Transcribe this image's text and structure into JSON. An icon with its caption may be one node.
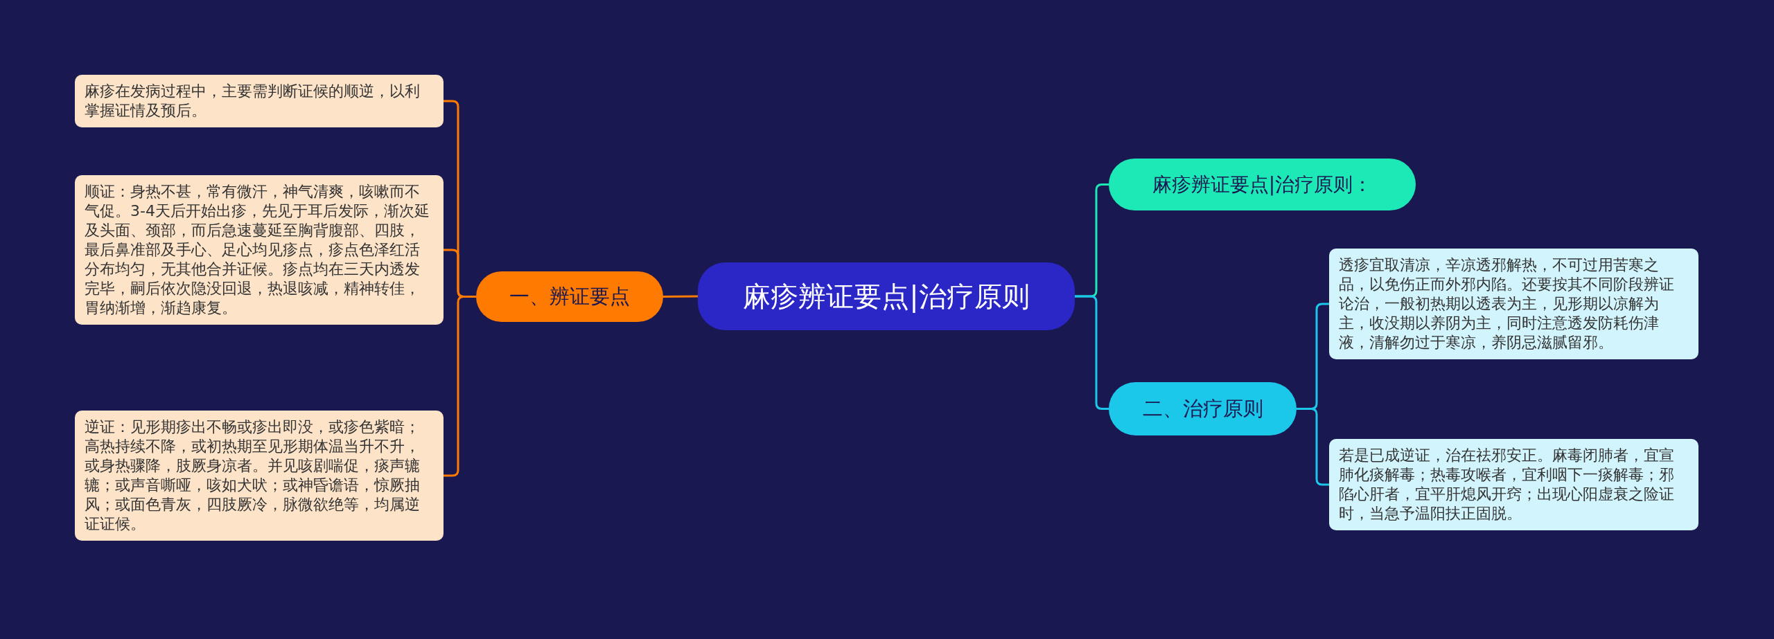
{
  "diagram": {
    "nodes": [
      {
        "text": [
          "麻疹辨证要点|治疗原则"
        ]
      },
      {
        "text": [
          "一、辨证要点"
        ]
      },
      {
        "text": [
          "麻疹在发病过程中，主要需判断证候的顺逆，以利掌握证情及预后。"
        ]
      },
      {
        "text": [
          "顺证：身热不甚，常有微汗，神气清爽，咳嗽而不气促。3-4天后开始出疹，先见于耳后发际，渐次延及头面、颈部，而后急速蔓延至胸背腹部、四肢，最后鼻准部及手心、足心均见疹点，疹点色泽红活分布均匀，无其他合并证候。疹点均在三天内透发完毕，嗣后依次隐没回退，热退咳减，精神转佳，胃纳渐增，渐趋康复。"
        ]
      },
      {
        "text": [
          "逆证：见形期疹出不畅或疹出即没，或疹色紫暗；高热持续不降，或初热期至见形期体温当升不升，或身热骤降，肢厥身凉者。并见咳剧喘促，痰声辘辘；或声音嘶哑，咳如犬吠；或神昏谵语，惊厥抽风；或面色青灰，四肢厥冷，脉微欲绝等，均属逆证证候。"
        ]
      },
      {
        "text": [
          "麻疹辨证要点|治疗原则："
        ]
      },
      {
        "text": [
          "二、治疗原则"
        ]
      },
      {
        "text": [
          "透疹宜取清凉，辛凉透邪解热，不可过用苦寒之品，以免伤正而外邪内陷。还要按其不同阶段辨证论治，一般初热期以透表为主，见形期以凉解为主，收没期以养阴为主，同时注意透发防耗伤津液，清解勿过于寒凉，养阴忌滋腻留邪。"
        ]
      },
      {
        "text": [
          "若是已成逆证，治在祛邪安正。麻毒闭肺者，宜宣肺化痰解毒；热毒攻喉者，宜利咽下一痰解毒；邪陷心肝者，宜平肝熄风开窍；出现心阳虚衰之险证时，当急予温阳扶正固脱。"
        ]
      }
    ],
    "edges": [
      {
        "from": 0,
        "to": 1,
        "arrow": "none",
        "color": "#ff7a00"
      },
      {
        "from": 1,
        "to": 2,
        "arrow": "none",
        "color": "#ff7a00"
      },
      {
        "from": 1,
        "to": 3,
        "arrow": "none",
        "color": "#ff7a00"
      },
      {
        "from": 1,
        "to": 4,
        "arrow": "none",
        "color": "#ff7a00"
      },
      {
        "from": 0,
        "to": 5,
        "arrow": "none",
        "color": "#1de9b6"
      },
      {
        "from": 0,
        "to": 6,
        "arrow": "none",
        "color": "#1cc8ea"
      },
      {
        "from": 6,
        "to": 7,
        "arrow": "none",
        "color": "#1cc8ea"
      },
      {
        "from": 6,
        "to": 8,
        "arrow": "none",
        "color": "#1cc8ea"
      }
    ]
  }
}
